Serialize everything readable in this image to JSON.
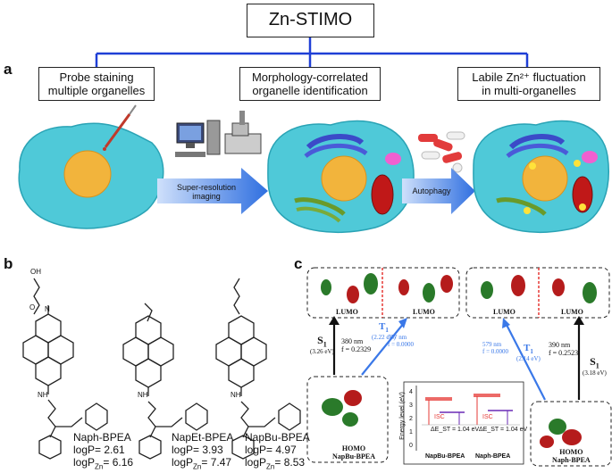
{
  "title": "Zn-STIMO",
  "panel_a": {
    "letter": "a",
    "boxes": [
      {
        "line1": "Probe staining",
        "line2": "multiple organelles"
      },
      {
        "line1": "Morphology-correlated",
        "line2": "organelle identification"
      },
      {
        "line1": "Labile Zn²⁺ fluctuation",
        "line2": "in multi-organelles"
      }
    ],
    "arrow1": {
      "line1": "Super-resolution",
      "line2": "imaging"
    },
    "arrow2": {
      "label": "Autophagy"
    }
  },
  "panel_b": {
    "letter": "b",
    "substituent_label": "OH",
    "atoms": {
      "O": "O",
      "N": "N",
      "NH": "NH"
    },
    "compounds": [
      {
        "name": "Naph-BPEA",
        "logp": "logP= 2.61",
        "logpzn_prefix": "logP",
        "logpzn_sub": "Zn",
        "logpzn_value": "= 6.16"
      },
      {
        "name": "NapEt-BPEA",
        "logp": "logP= 3.93",
        "logpzn_prefix": "logP",
        "logpzn_sub": "Zn",
        "logpzn_value": "= 7.47"
      },
      {
        "name": "NapBu-BPEA",
        "logp": "logP= 4.97",
        "logpzn_prefix": "logP",
        "logpzn_sub": "Zn",
        "logpzn_value": "= 8.53"
      }
    ]
  },
  "panel_c": {
    "letter": "c",
    "lumo": "LUMO",
    "homo_left": {
      "title": "HOMO",
      "name": "NapBu-BPEA"
    },
    "homo_right": {
      "title": "HOMO",
      "name": "Naph-BPEA"
    },
    "left_s1": {
      "state": "S",
      "sub": "1",
      "ev": "(3.26 eV)",
      "nm": "380 nm",
      "f": "f = 0.2329"
    },
    "left_t1": {
      "state": "T",
      "sub": "1",
      "ev": "(2.22 eV)",
      "nm": "557 nm",
      "f": "f = 0.0000"
    },
    "right_t1": {
      "state": "T",
      "sub": "1",
      "ev": "(2.14 eV)",
      "nm": "579 nm",
      "f": "f = 0.0000"
    },
    "right_s1": {
      "state": "S",
      "sub": "1",
      "ev": "(3.18 eV)",
      "nm": "390 nm",
      "f": "f = 0.2523"
    },
    "inset": {
      "ylabel": "Energy level (eV)",
      "yticks": [
        "4",
        "3",
        "2",
        "1",
        "0"
      ],
      "delta_left": "ΔE_ST = 1.04 eV",
      "delta_right": "ΔE_ST = 1.04 eV",
      "isc": "ISC",
      "names": [
        "NapBu-BPEA",
        "Naph-BPEA"
      ]
    }
  },
  "colors": {
    "tree_blue": "#1f3fd6",
    "arrow_blue": "#3a78e8",
    "cell": "#4fc9d8",
    "nucleus": "#f2b43c",
    "red_dash": "#e53935",
    "orbital_green": "#2a7a2a",
    "orbital_red": "#b51c1c"
  }
}
